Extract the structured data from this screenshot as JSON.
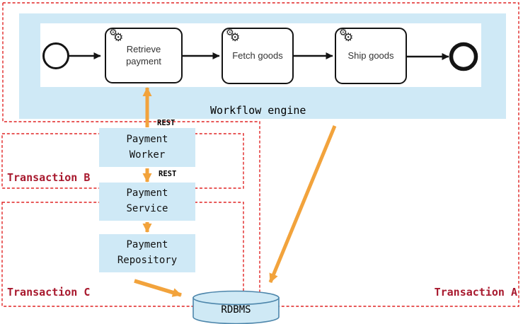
{
  "workflow": {
    "engine_label": "Workflow engine",
    "tasks": [
      {
        "label": "Retrieve payment"
      },
      {
        "label": "Fetch goods"
      },
      {
        "label": "Ship goods"
      }
    ]
  },
  "components": [
    {
      "label": "Payment Worker"
    },
    {
      "label": "Payment Service"
    },
    {
      "label": "Payment Repository"
    }
  ],
  "transactions": {
    "a": "Transaction A",
    "b": "Transaction B",
    "c": "Transaction C"
  },
  "connections": {
    "worker_to_engine_protocol": "REST",
    "worker_to_service_protocol": "REST"
  },
  "database": {
    "label": "RDBMS"
  },
  "icons": {
    "task_icon": "gear-icon",
    "database_icon": "database-cylinder"
  },
  "colors": {
    "container_fill": "#cfe9f6",
    "boundary_red": "#e02424",
    "transaction_label_red": "#a8192e",
    "arrow_orange": "#f2a33c",
    "bpmn_stroke": "#141414",
    "cylinder_stroke": "#4d86ab"
  }
}
